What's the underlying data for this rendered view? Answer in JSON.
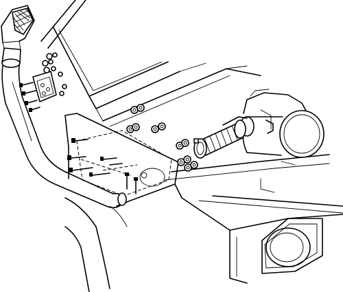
{
  "diagram": {
    "kind": "exploded-assembly-line-drawing",
    "parts": [
      "snorkel-air-ram-head",
      "snorkel-pipe",
      "mounting-bracket",
      "rubber-hose-coupler",
      "hose-clamps",
      "air-cleaner-housing",
      "mounting-bolts",
      "nuts-and-washers",
      "vehicle-body-panel",
      "headlight-assembly"
    ],
    "colors": {
      "line": "#000000",
      "background": "#ffffff"
    }
  }
}
